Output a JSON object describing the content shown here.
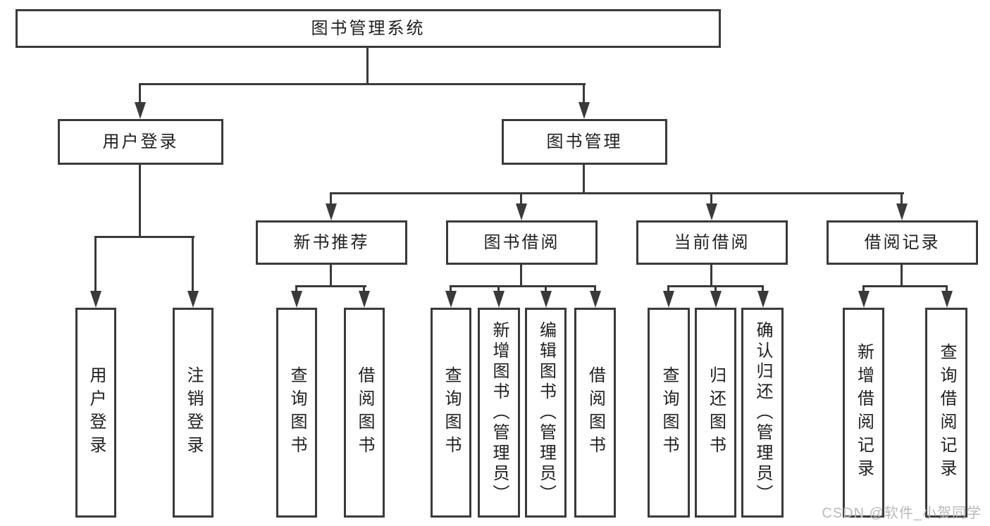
{
  "diagram": {
    "title": "图书管理系统",
    "watermark": "CSDN @软件_小贺同学",
    "colors": {
      "background": "#ffffff",
      "line": "#3a3a3a",
      "box_border": "#3a3a3a",
      "text": "#1f1f1f",
      "watermark": "#b9b9b9"
    },
    "nodes": {
      "root": {
        "label": "图书管理系统"
      },
      "level2": [
        {
          "label": "用户登录",
          "children": [
            "用户登录",
            "注销登录"
          ]
        },
        {
          "label": "图书管理",
          "children": [
            "新书推荐",
            "图书借阅",
            "当前借阅",
            "借阅记录"
          ]
        }
      ],
      "level3": [
        {
          "label": "新书推荐",
          "children": [
            "查询图书",
            "借阅图书"
          ]
        },
        {
          "label": "图书借阅",
          "children": [
            "查询图书",
            "新增图书（管理员）",
            "编辑图书（管理员）",
            "借阅图书"
          ]
        },
        {
          "label": "当前借阅",
          "children": [
            "查询图书",
            "归还图书",
            "确认归还（管理员）"
          ]
        },
        {
          "label": "借阅记录",
          "children": [
            "新增借阅记录",
            "查询借阅记录"
          ]
        }
      ]
    }
  }
}
